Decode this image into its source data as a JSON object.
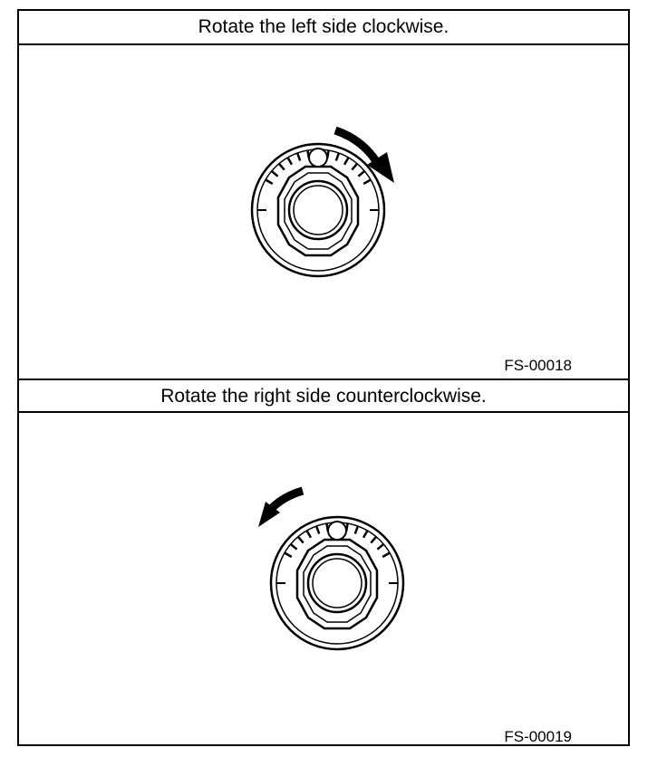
{
  "panels": [
    {
      "caption": "Rotate the left side clockwise.",
      "figure_code": "FS-00018",
      "arrow_direction": "clockwise",
      "dial_icon": "adjuster-dial-icon"
    },
    {
      "caption": "Rotate the right side counterclockwise.",
      "figure_code": "FS-00019",
      "arrow_direction": "counterclockwise",
      "dial_icon": "adjuster-dial-icon"
    }
  ],
  "colors": {
    "line": "#000000",
    "background": "#ffffff"
  }
}
